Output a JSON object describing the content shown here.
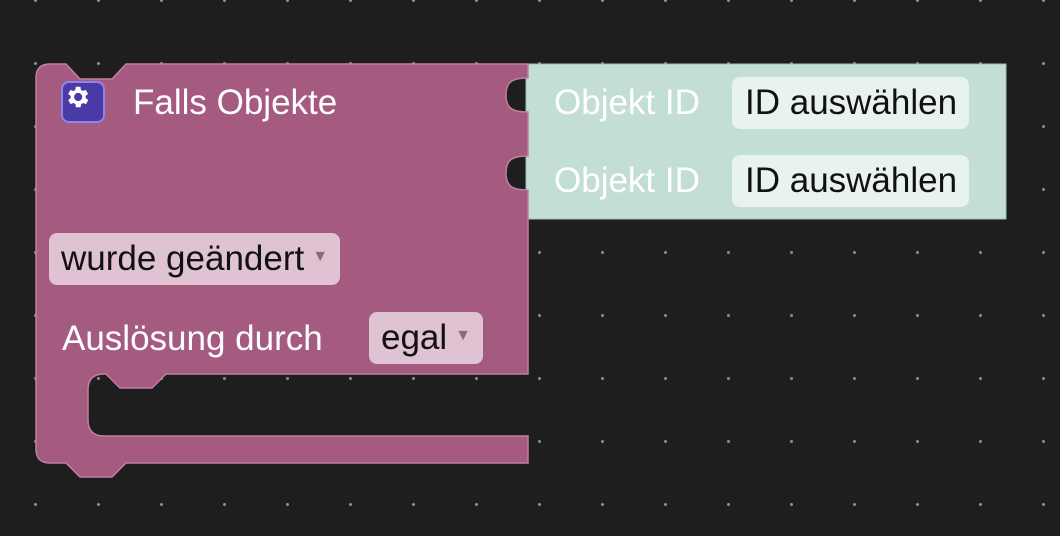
{
  "trigger_block": {
    "title": "Falls Objekte",
    "condition_dropdown": "wurde geändert",
    "triggered_by_label": "Auslösung durch",
    "triggered_by_dropdown": "egal",
    "block_color": "#a55b80",
    "settings_icon": "gear-icon"
  },
  "object_inputs": [
    {
      "label": "Objekt ID",
      "field_value": "ID auswählen"
    },
    {
      "label": "Objekt ID",
      "field_value": "ID auswählen"
    }
  ],
  "object_block_color": "#c3dfd4"
}
